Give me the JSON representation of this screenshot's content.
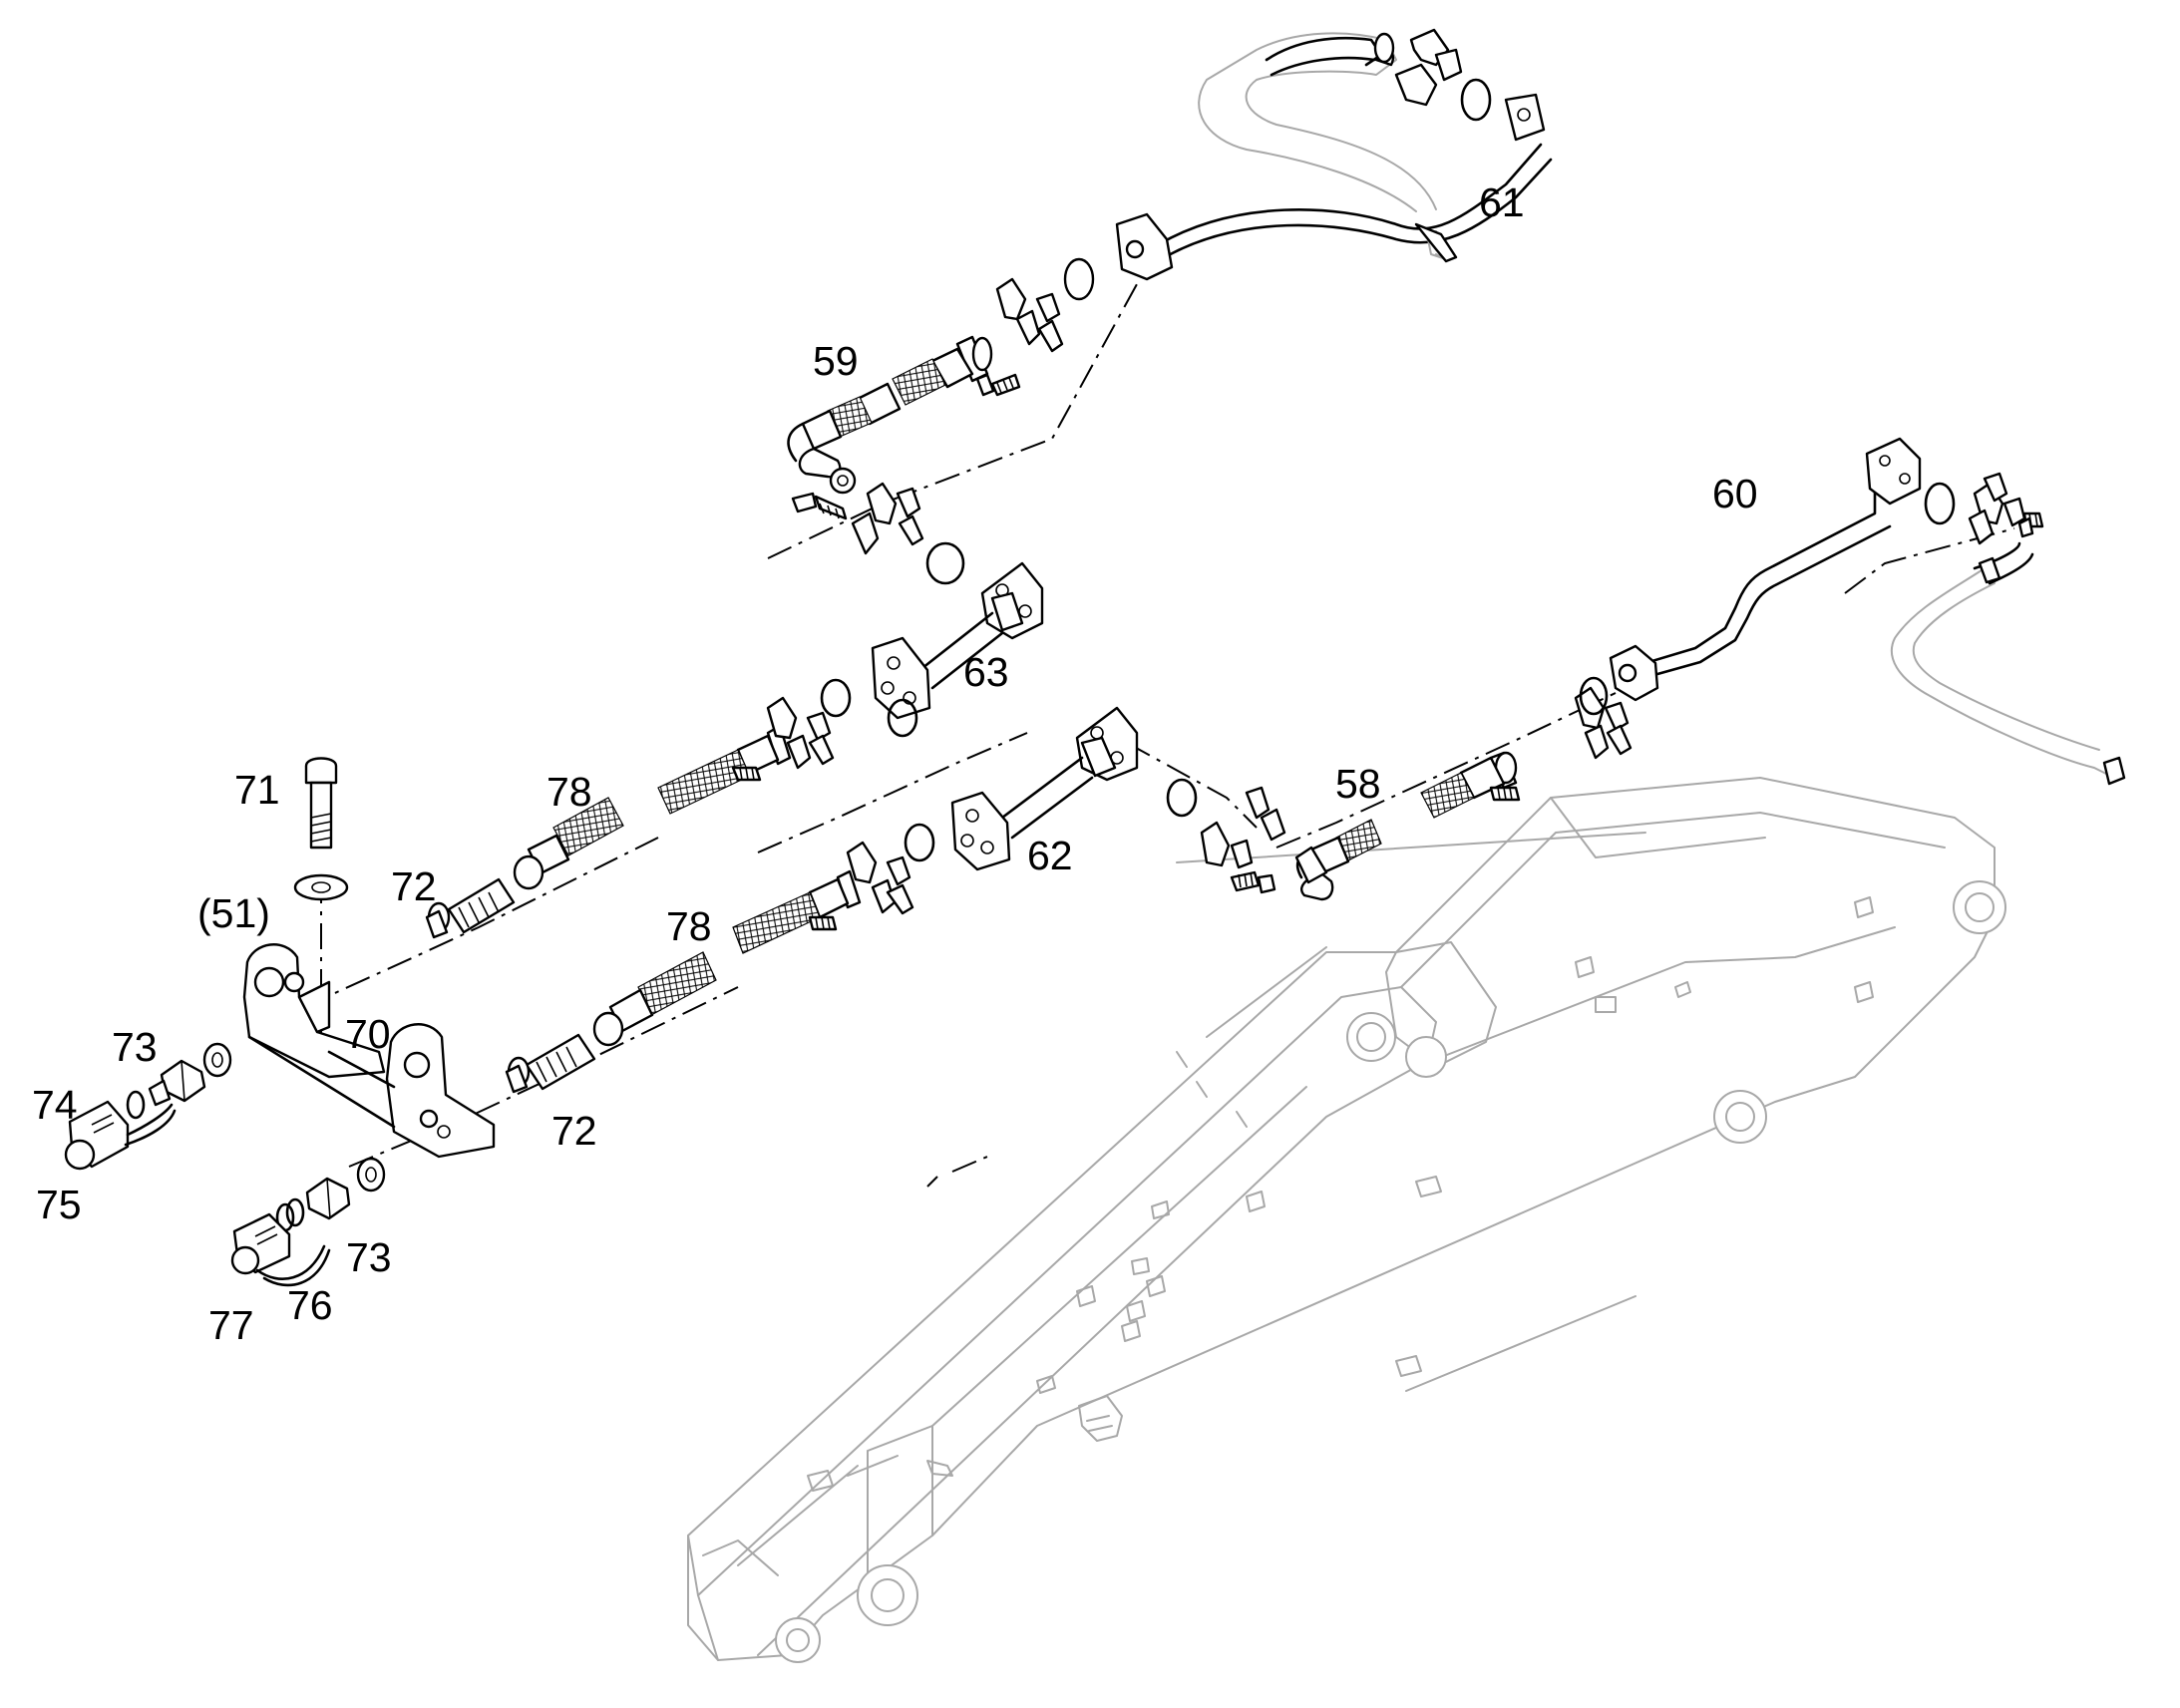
{
  "diagram": {
    "labels": {
      "p51": "(51)",
      "p58": "58",
      "p59": "59",
      "p60": "60",
      "p61": "61",
      "p62": "62",
      "p63": "63",
      "p70": "70",
      "p71": "71",
      "p72a": "72",
      "p72b": "72",
      "p73a": "73",
      "p73b": "73",
      "p74": "74",
      "p75": "75",
      "p76": "76",
      "p77": "77",
      "p78a": "78",
      "p78b": "78"
    }
  }
}
